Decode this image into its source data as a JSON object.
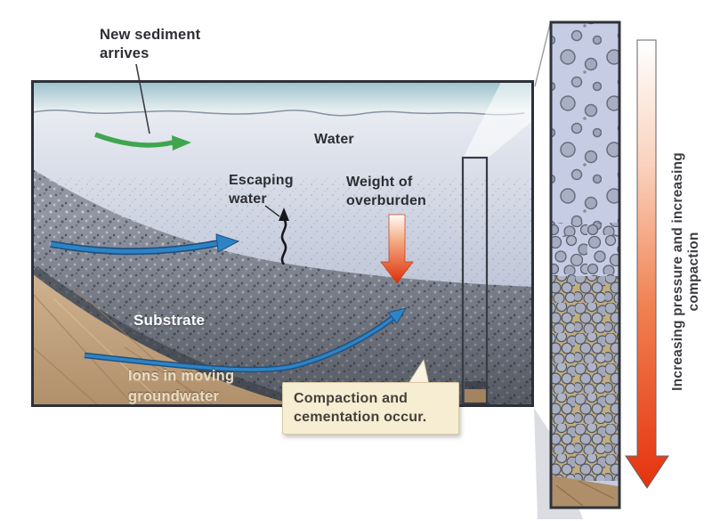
{
  "main": {
    "labels": {
      "new_sediment": "New sediment\narrives",
      "water": "Water",
      "escaping_water": "Escaping\nwater",
      "weight_of_overburden": "Weight of\noverburden",
      "substrate": "Substrate",
      "ions_in_groundwater": "Ions in moving\ngroundwater"
    },
    "callout_text": "Compaction and\ncementation occur."
  },
  "side": {
    "axis_label": "Increasing pressure and increasing compaction"
  },
  "colors": {
    "green_arrow": "#3fa64e",
    "blue_arrow": "#2e83c6",
    "red_arrow": "#e5330e",
    "sky": "#9cc1cc",
    "water": "#a6afc7",
    "sediment_gray": "#9096a2",
    "substrate_tan": "#c2a27e",
    "callout_bg": "#f6edd2",
    "grain_fill": "#a8adbf"
  }
}
